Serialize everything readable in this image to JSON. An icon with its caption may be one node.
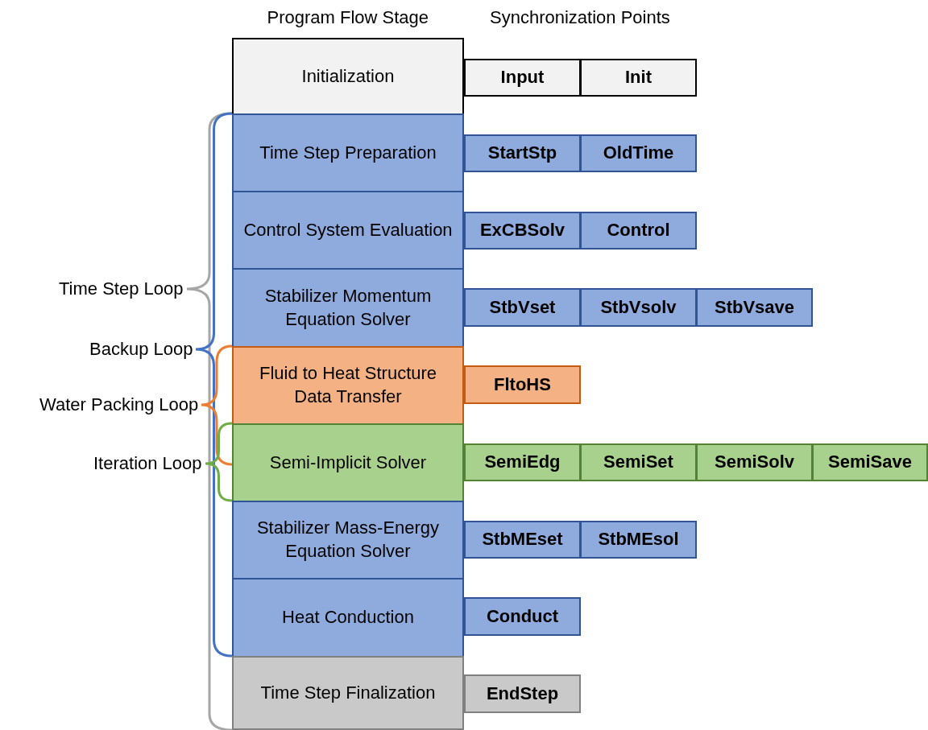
{
  "diagram": {
    "nodes": [
      {
        "text": [
          "Initialization"
        ]
      },
      {
        "text": [
          "Input"
        ]
      },
      {
        "text": [
          "Init"
        ]
      },
      {
        "text": [
          "Time Step Preparation"
        ]
      },
      {
        "text": [
          "StartStp"
        ]
      },
      {
        "text": [
          "OldTime"
        ]
      },
      {
        "text": [
          "Control System Evaluation"
        ]
      },
      {
        "text": [
          "ExCBSolv"
        ]
      },
      {
        "text": [
          "Control"
        ]
      },
      {
        "text": [
          "Stabilizer Momentum Equation Solver"
        ]
      },
      {
        "text": [
          "StbVset"
        ]
      },
      {
        "text": [
          "StbVsolv"
        ]
      },
      {
        "text": [
          "StbVsave"
        ]
      },
      {
        "text": [
          "Fluid to Heat Structure Data Transfer"
        ]
      },
      {
        "text": [
          "FltoHS"
        ]
      },
      {
        "text": [
          "Semi-Implicit Solver"
        ]
      },
      {
        "text": [
          "SemiEdg"
        ]
      },
      {
        "text": [
          "SemiSet"
        ]
      },
      {
        "text": [
          "SemiSolv"
        ]
      },
      {
        "text": [
          "SemiSave"
        ]
      },
      {
        "text": [
          "Stabilizer Mass-Energy Equation Solver"
        ]
      },
      {
        "text": [
          "StbMEset"
        ]
      },
      {
        "text": [
          "StbMEsol"
        ]
      },
      {
        "text": [
          "Heat Conduction"
        ]
      },
      {
        "text": [
          "Conduct"
        ]
      },
      {
        "text": [
          "Time Step Finalization"
        ]
      },
      {
        "text": [
          "EndStep"
        ]
      }
    ],
    "edges": [],
    "labels": [
      "Program Flow Stage",
      "Synchronization Points",
      "Time Step Loop",
      "Backup Loop",
      "Water Packing Loop",
      "Iteration Loop"
    ]
  }
}
